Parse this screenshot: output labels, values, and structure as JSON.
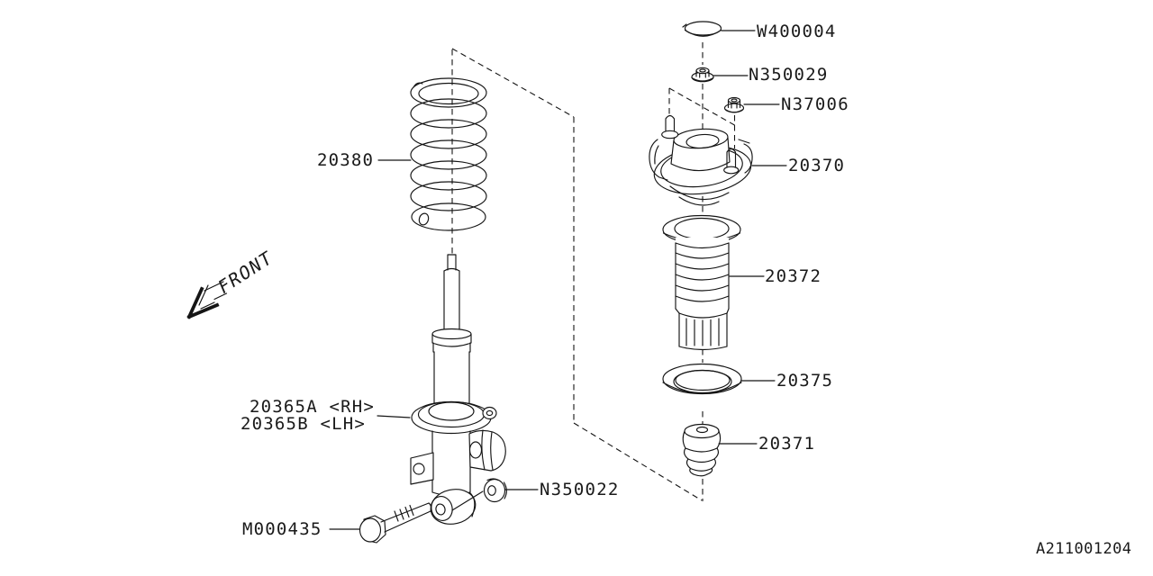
{
  "colors": {
    "background": "#ffffff",
    "line": "#151515",
    "text": "#1a1a1a"
  },
  "diagram": {
    "front_arrow_label": "FRONT",
    "drawing_number": "A211001204"
  },
  "labels": {
    "coil_spring": "20380",
    "strut_rh": "20365A <RH>",
    "strut_lh": "20365B <LH>",
    "bolt": "M000435",
    "strut_nut": "N350022",
    "dust_cap": "W400004",
    "mount_nut": "N350029",
    "flange_nut": "N37006",
    "strut_mount": "20370",
    "dust_cover": "20372",
    "spring_seat": "20375",
    "helper_rubber": "20371"
  }
}
